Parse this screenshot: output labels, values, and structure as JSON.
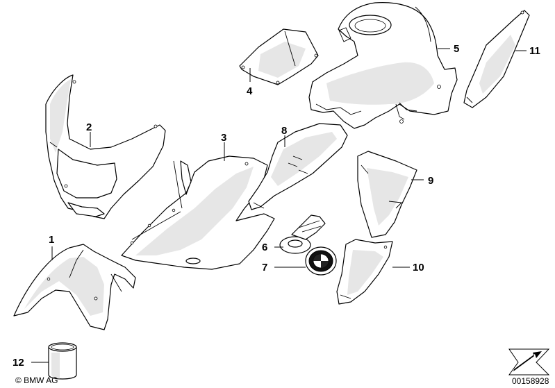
{
  "callouts": {
    "c1": "1",
    "c2": "2",
    "c3": "3",
    "c4": "4",
    "c5": "5",
    "c6": "6",
    "c7": "7",
    "c8": "8",
    "c9": "9",
    "c10": "10",
    "c11": "11",
    "c12": "12"
  },
  "footer": {
    "copyright": "© BMW AG",
    "drawing_number": "00158928"
  }
}
